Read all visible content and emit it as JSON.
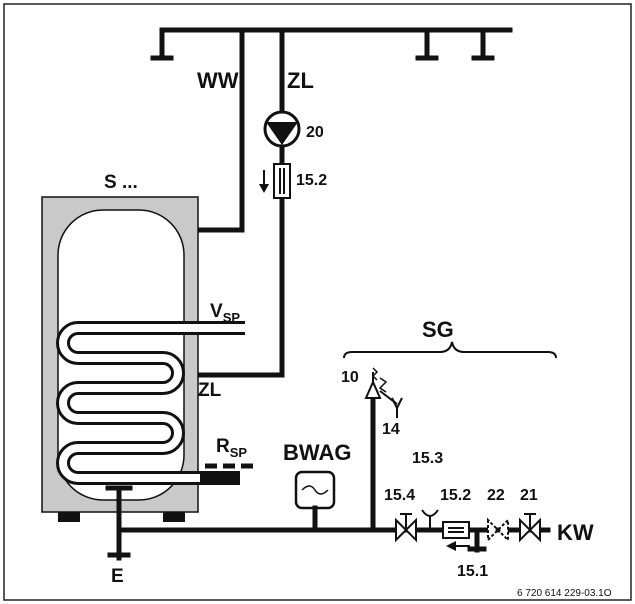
{
  "labels": {
    "ww": "WW",
    "zl_top": "ZL",
    "pump_num": "20",
    "filter_top_num": "15.2",
    "storage": "S ...",
    "vsp_main": "V",
    "vsp_sub": "SP",
    "zl_coil": "ZL",
    "rsp_main": "R",
    "rsp_sub": "SP",
    "bwag": "BWAG",
    "sg": "SG",
    "valve_10": "10",
    "valve_14": "14",
    "valve_15_3": "15.3",
    "valve_15_4": "15.4",
    "valve_15_2": "15.2",
    "valve_22": "22",
    "valve_21": "21",
    "kw": "KW",
    "valve_15_1": "15.1",
    "drain_e": "E",
    "figure_ref": "6 720 614 229-03.1O"
  }
}
